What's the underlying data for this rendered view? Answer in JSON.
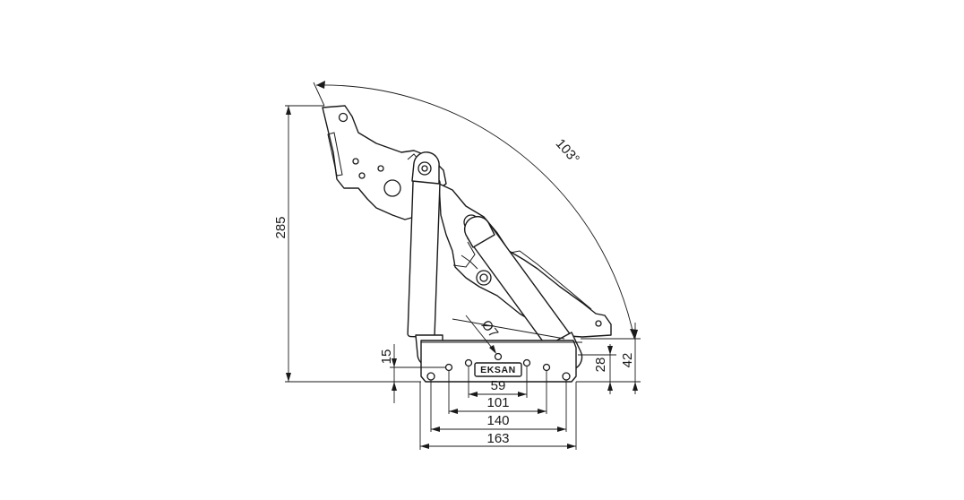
{
  "brand_logo": "EKSAN",
  "dimensions": {
    "angle": "103°",
    "height_overall": "285",
    "height_base": "15",
    "height_28": "28",
    "height_42": "42",
    "hole_diameter": "Ø7",
    "width_59": "59",
    "width_101": "101",
    "width_140": "140",
    "width_163": "163"
  },
  "colors": {
    "line": "#1a1a1a",
    "background": "#ffffff"
  }
}
